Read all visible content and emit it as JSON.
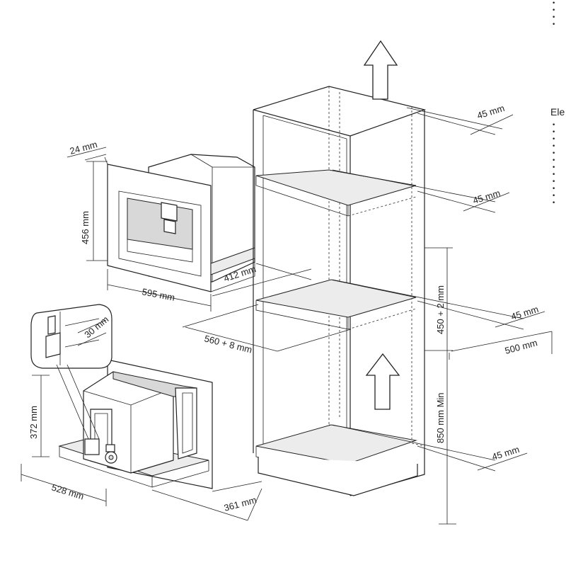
{
  "dimensions": {
    "top_depth": "24 mm",
    "front_height": "456 mm",
    "front_width": "595 mm",
    "top_side_depth": "412 mm",
    "niche_width": "560 + 8 mm",
    "detail_gap": "30 mm",
    "bottom_height": "372 mm",
    "bottom_width": "528 mm",
    "bottom_depth": "361 mm",
    "vent_top": "45 mm",
    "vent_upper_shelf": "45 mm",
    "vent_niche": "45 mm",
    "vent_bottom": "45 mm",
    "niche_height": "450 + 2 mm",
    "cabinet_depth": "500 mm",
    "floor_height": "850 mm Min"
  },
  "side_text": {
    "heading_fragment": "Ele"
  }
}
